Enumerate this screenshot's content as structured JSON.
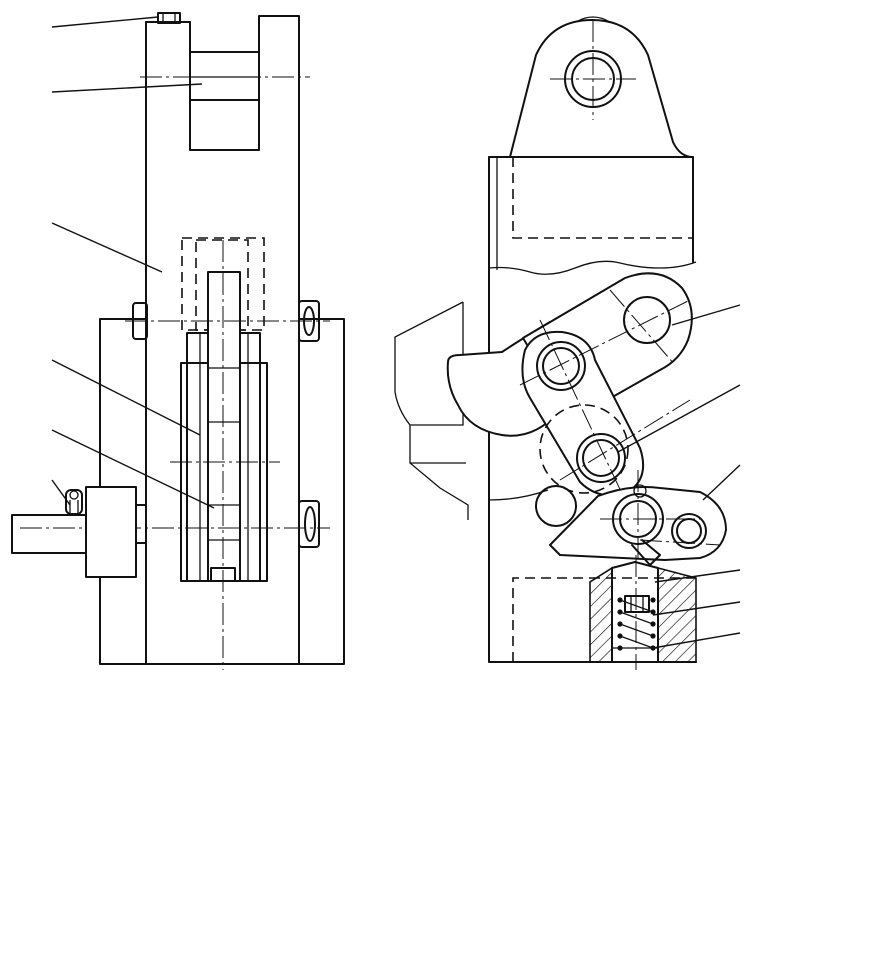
{
  "figure": {
    "kind": "engineering-drawing",
    "views": [
      "front-view",
      "side-view"
    ],
    "printed_text": []
  }
}
